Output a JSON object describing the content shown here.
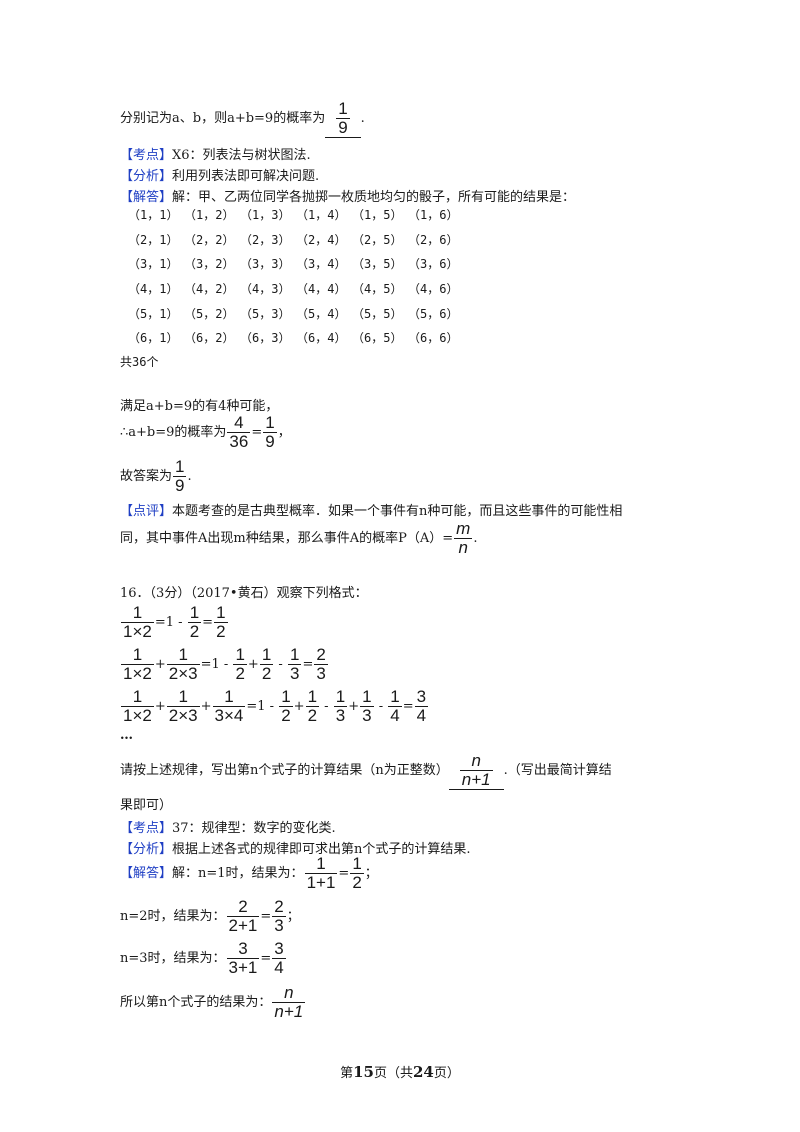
{
  "intro": {
    "text": "分别记为a、b，则a+b=9的概率为",
    "answer_num": "1",
    "answer_den": "9",
    "end": "."
  },
  "kaodian1": {
    "tag": "【考点】",
    "text": "X6：列表法与树状图法."
  },
  "fenxi1": {
    "tag": "【分析】",
    "text": "利用列表法即可解决问题."
  },
  "jieda1": {
    "tag": "【解答】",
    "text": "解：甲、乙两位同学各抛掷一枚质地均匀的骰子，所有可能的结果是："
  },
  "outcomes": [
    [
      "（1，1）",
      "（1，2）",
      "（1，3）",
      "（1，4）",
      "（1，5）",
      "（1，6）"
    ],
    [
      "（2，1）",
      "（2，2）",
      "（2，3）",
      "（2，4）",
      "（2，5）",
      "（2，6）"
    ],
    [
      "（3，1）",
      "（3，2）",
      "（3，3）",
      "（3，4）",
      "（3，5）",
      "（3，6）"
    ],
    [
      "（4，1）",
      "（4，2）",
      "（4，3）",
      "（4，4）",
      "（4，5）",
      "（4，6）"
    ],
    [
      "（5，1）",
      "（5，2）",
      "（5，3）",
      "（5，4）",
      "（5，5）",
      "（5，6）"
    ],
    [
      "（6，1）",
      "（6，2）",
      "（6，3）",
      "（6，4）",
      "（6，5）",
      "（6，6）"
    ]
  ],
  "total": "共36个",
  "satisfy": "满足a+b=9的有4种可能，",
  "prob_line": {
    "prefix": "∴a+b=9的概率为",
    "f1_num": "4",
    "f1_den": "36",
    "eq": "=",
    "f2_num": "1",
    "f2_den": "9",
    "end": "，"
  },
  "answer_line": {
    "prefix": "故答案为",
    "num": "1",
    "den": "9",
    "end": "."
  },
  "dianping": {
    "tag": "【点评】",
    "line1": "本题考查的是古典型概率．如果一个事件有n种可能，而且这些事件的可能性相",
    "line2": "同，其中事件A出现m种结果，那么事件A的概率P（A）=",
    "num": "m",
    "den": "n",
    "end": "."
  },
  "q16": {
    "header": "16．（3分）（2017•黄石）观察下列格式：",
    "eq1": {
      "a_num": "1",
      "a_den": "1×2",
      "rest": "=1 -",
      "b_num": "1",
      "b_den": "2",
      "eq": "=",
      "c_num": "1",
      "c_den": "2"
    },
    "eq2": {
      "a_num": "1",
      "a_den": "1×2",
      "plus": "+",
      "b_num": "1",
      "b_den": "2×3",
      "mid": "=1 -",
      "c_num": "1",
      "c_den": "2",
      "d_num": "1",
      "d_den": "2",
      "minus": "-",
      "e_num": "1",
      "e_den": "3",
      "eq": "=",
      "f_num": "2",
      "f_den": "3"
    },
    "eq3": {
      "a_num": "1",
      "a_den": "1×2",
      "b_num": "1",
      "b_den": "2×3",
      "c_num": "1",
      "c_den": "3×4",
      "mid": "=1 -",
      "t1_num": "1",
      "t1_den": "2",
      "t2_num": "1",
      "t2_den": "2",
      "t3_num": "1",
      "t3_den": "3",
      "t4_num": "1",
      "t4_den": "3",
      "t5_num": "1",
      "t5_den": "4",
      "eq": "=",
      "r_num": "3",
      "r_den": "4"
    },
    "ellipsis": "…",
    "ask": "请按上述规律，写出第n个式子的计算结果（n为正整数）",
    "ans_num": "n",
    "ans_den": "n+1",
    "ask_tail": ".（写出最简计算结",
    "ask_line2": "果即可）",
    "plus": "+",
    "minus": "-"
  },
  "kaodian2": {
    "tag": "【考点】",
    "text": "37：规律型：数字的变化类."
  },
  "fenxi2": {
    "tag": "【分析】",
    "text": "根据上述各式的规律即可求出第n个式子的计算结果."
  },
  "jieda2": {
    "tag": "【解答】",
    "l1_prefix": "解：n=1时，结果为：",
    "l1_num": "1",
    "l1_den": "1+1",
    "l1_eq": "=",
    "l1_rnum": "1",
    "l1_rden": "2",
    "l1_end": "；",
    "l2_prefix": "n=2时，结果为：",
    "l2_num": "2",
    "l2_den": "2+1",
    "l2_eq": "=",
    "l2_rnum": "2",
    "l2_rden": "3",
    "l2_end": "；",
    "l3_prefix": "n=3时，结果为：",
    "l3_num": "3",
    "l3_den": "3+1",
    "l3_eq": "=",
    "l3_rnum": "3",
    "l3_rden": "4",
    "l4_prefix": "所以第n个式子的结果为：",
    "l4_num": "n",
    "l4_den": "n+1"
  },
  "footer": {
    "pre": "第",
    "page": "15",
    "mid": "页（共",
    "total": "24",
    "post": "页）"
  }
}
